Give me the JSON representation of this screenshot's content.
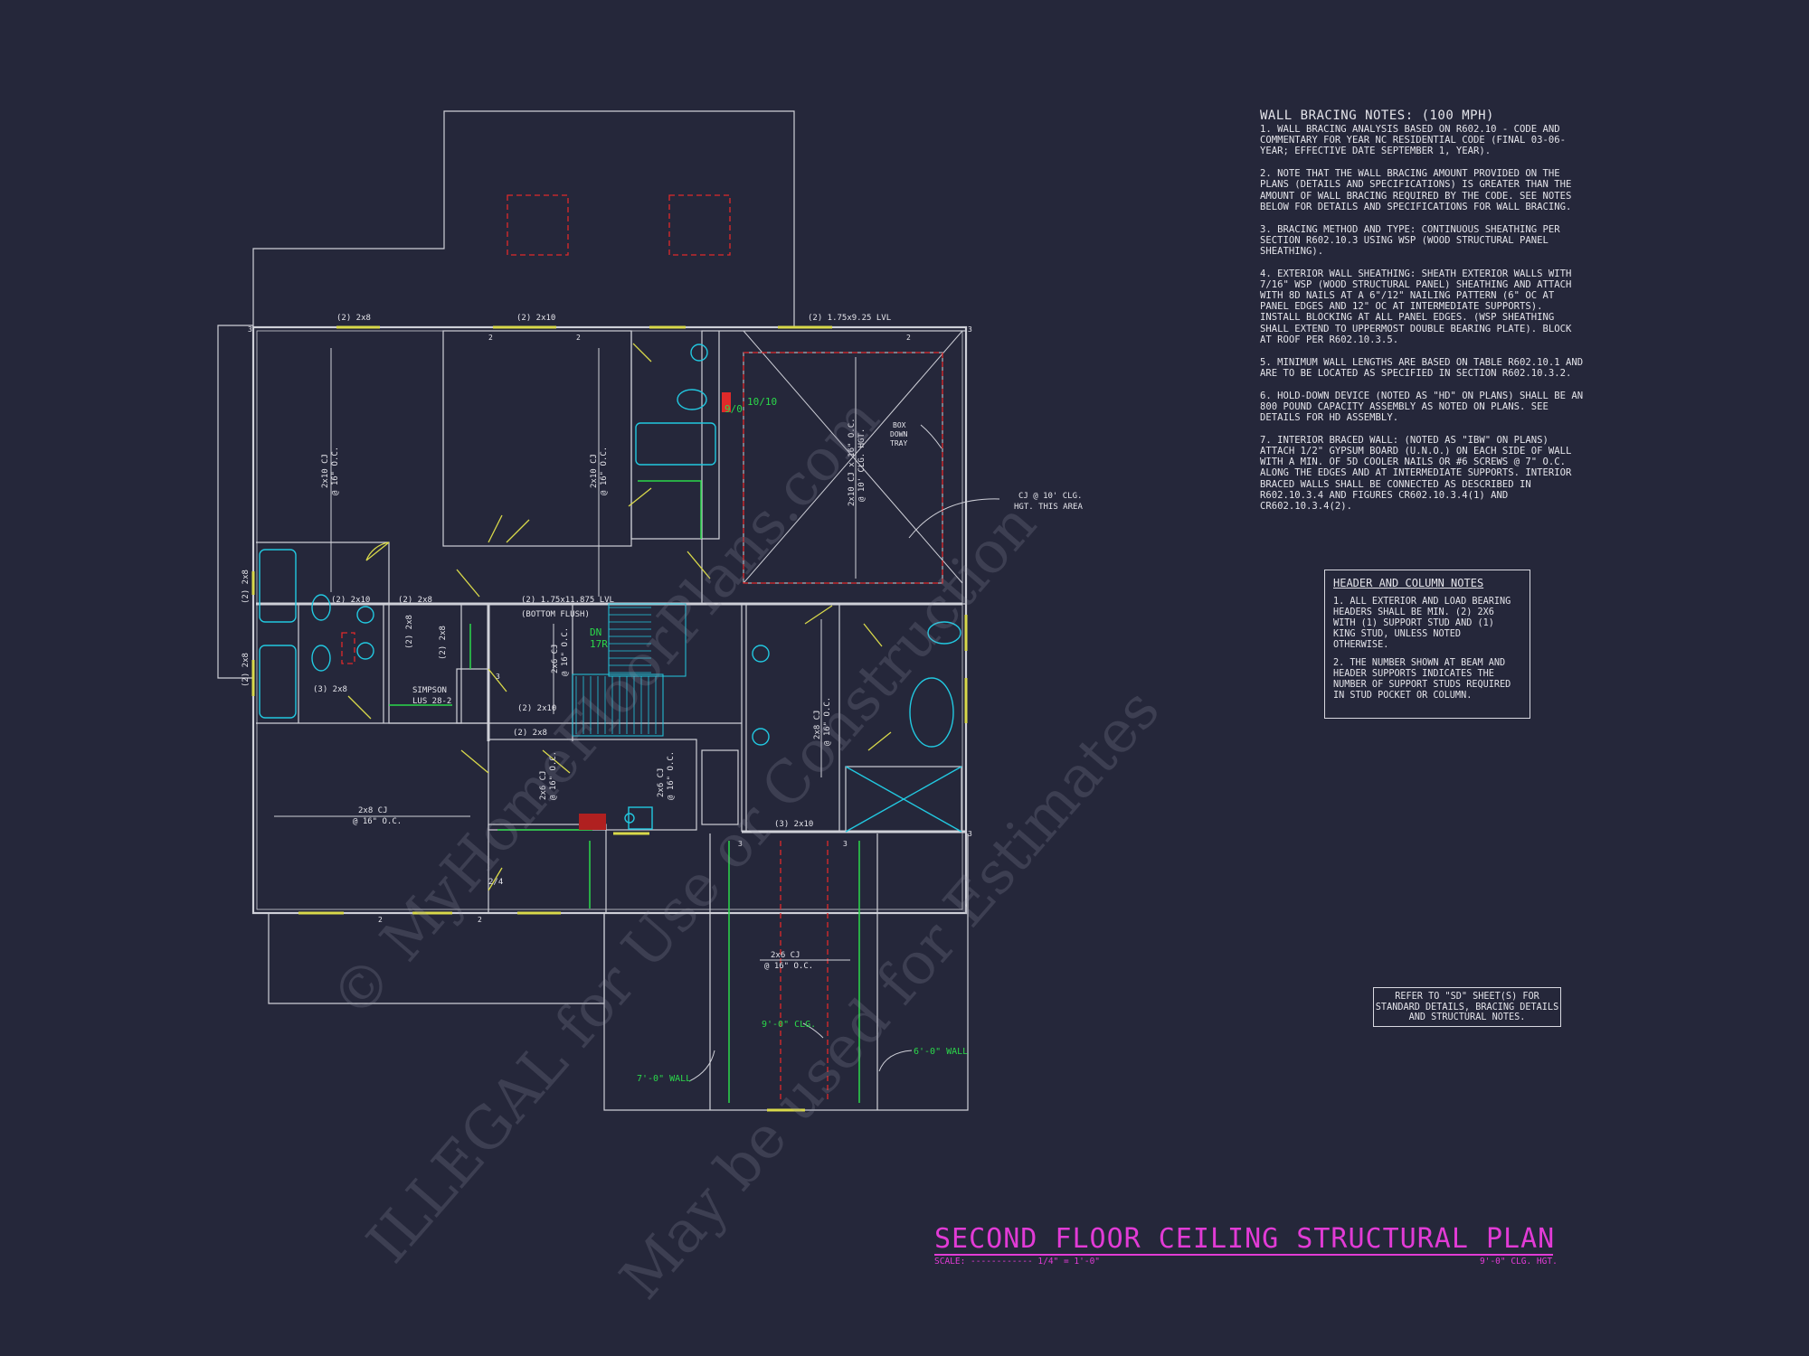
{
  "colors": {
    "background": "#25273a",
    "wall": "#cfd0d8",
    "window": "#d9d94a",
    "fixture": "#22c8e0",
    "green": "#2bd94a",
    "red_dashed": "#e02a2a",
    "title_magenta": "#e23bd6"
  },
  "wall_bracing": {
    "heading": "WALL BRACING NOTES: (100 MPH)",
    "notes": [
      "1. Wall bracing analysis based on R602.10 - Code and commentary for year NC residential code (final 03-06-year; effective date September 1, year).",
      "2. Note that the wall bracing amount provided on the plans (details and specifications) is greater than the amount of wall bracing required by the code. See notes below for details and specifications for wall bracing.",
      "3. Bracing method and type: continuous sheathing per section R602.10.3 using WSP (wood structural panel sheathing).",
      "4. Exterior wall sheathing: sheath exterior walls with 7/16\" WSP (wood structural panel) sheathing and attach with 8d nails at a 6\"/12\" nailing pattern (6\" OC at panel edges and 12\" OC at intermediate supports). Install blocking at all panel edges. (WSP sheathing shall extend to uppermost double bearing plate). Block at roof per R602.10.3.5.",
      "5. Minimum wall lengths are based on table R602.10.1 and are to be located as specified in section R602.10.3.2.",
      "6. Hold-down device (noted as \"HD\" on plans) shall be an 800 pound capacity assembly as noted on plans. See details for HD assembly.",
      "7. Interior braced wall: (noted as \"IBW\" on plans) attach 1/2\" gypsum board (U.N.O.) on each side of wall with a min. of 5d cooler nails or #6 screws @ 7\" O.C. along the edges and at intermediate supports. Interior braced walls shall be connected as described in R602.10.3.4 and figures CR602.10.3.4(1) and CR602.10.3.4(2)."
    ]
  },
  "header_column": {
    "heading": "HEADER AND COLUMN NOTES",
    "notes": [
      "1. All exterior and load bearing headers shall be min. (2) 2x6 with (1) support stud and (1) king stud, unless noted otherwise.",
      "2. The number shown at beam and header supports indicates the number of support studs required in stud pocket or column."
    ]
  },
  "reference_note": "REFER TO \"SD\" SHEET(S) FOR STANDARD DETAILS, BRACING DETAILS AND STRUCTURAL NOTES.",
  "title_block": {
    "title": "SECOND FLOOR CEILING STRUCTURAL PLAN",
    "scale": "SCALE: ------------ 1/4\" = 1'-0\"",
    "ceiling_height": "9'-0\" CLG. HGT."
  },
  "watermarks": [
    "© MyHomeFloorPlans.com",
    "ILLEGAL for Use or Construction",
    "May be used for Estimates"
  ],
  "plan_labels": {
    "hdr_2x8_top": "(2) 2x8",
    "hdr_2x10_top": "(2) 2x10",
    "hdr_lvl_top": "(2) 1.75x9.25 LVL",
    "cj_2x10_left": "2x10 CJ",
    "oc16_a": "@ 16\" O.C.",
    "cj_2x10_mid": "2x10 CJ",
    "oc16_b": "@ 16\" O.C.",
    "cj_2x10_right": "2x10 CJ x 16\" O.C.",
    "clg_hgt_right": "@ 10' CLG. HGT.",
    "box_down_1": "BOX",
    "box_down_2": "DOWN",
    "box_down_3": "TRAY",
    "cj_callout_1": "CJ @ 10' CLG.",
    "cj_callout_2": "HGT. THIS AREA",
    "door_910": "9/0",
    "door_1010": "10/10",
    "hdr_lvl_mid": "(2) 1.75x11.875 LVL",
    "bottom_flush": "(BOTTOM FLUSH)",
    "dn": "DN",
    "num_17r": "17R",
    "hdr_2x10_bath": "(2) 2x10",
    "hdr_2x8_bath": "(2) 2x8",
    "post_2x8_a": "(2) 2x8",
    "post_2x8_b": "(2) 2x8",
    "side_2x8_a": "(2) 2x8",
    "side_2x8_b": "(2) 2x8",
    "hdr_3_2x8": "(3) 2x8",
    "simpson_1": "SIMPSON",
    "simpson_2": "LUS 28-2",
    "hdr_2x10_stair": "(2) 2x10",
    "hdr_2x8_lower": "(2) 2x8",
    "cj_2x6_stair": "2x6 CJ",
    "oc16_c": "@ 16\" O.C.",
    "cj_2x8_right": "2x8 CJ",
    "oc16_d": "@ 16\" O.C.",
    "cj_2x8_left": "2x8 CJ",
    "oc16_e": "@ 16\" O.C.",
    "cj_2x6_lower": "2x6 CJ",
    "oc16_f": "@ 16\" O.C.",
    "cj_2x6_closet": "2x6 CJ",
    "oc16_g": "@ 16\" O.C.",
    "hdr_3_2x10": "(3) 2x10",
    "cj_2x6_bonus": "2x6 CJ",
    "oc16_h": "@ 16\" O.C.",
    "clg_9": "9'-0\" CLG.",
    "wall_7": "7'-0\" WALL",
    "wall_6": "6'-0\" WALL",
    "post_24": "2/4",
    "n2": "2",
    "n3": "3"
  }
}
